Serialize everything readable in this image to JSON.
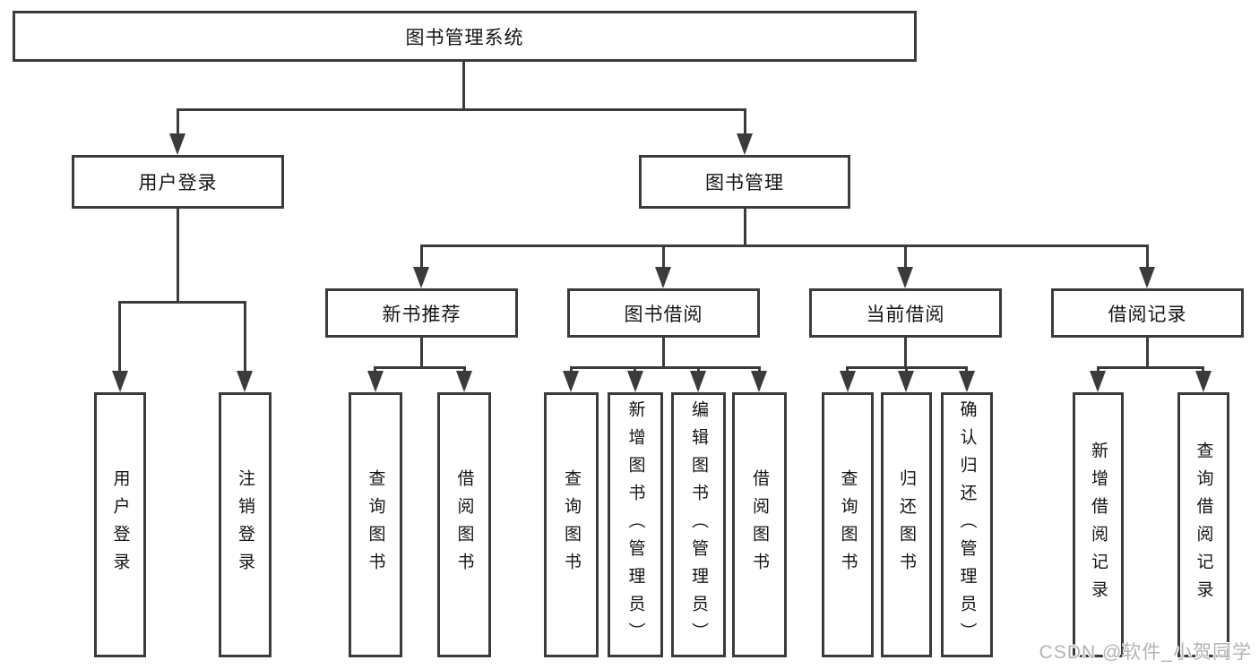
{
  "diagram": {
    "type": "tree",
    "tree": {
      "label": "图书管理系统",
      "children": [
        {
          "label": "用户登录",
          "children": [
            {
              "label": "用户登录"
            },
            {
              "label": "注销登录"
            }
          ]
        },
        {
          "label": "图书管理",
          "children": [
            {
              "label": "新书推荐",
              "children": [
                {
                  "label": "查询图书"
                },
                {
                  "label": "借阅图书"
                }
              ]
            },
            {
              "label": "图书借阅",
              "children": [
                {
                  "label": "查询图书"
                },
                {
                  "label": "新增图书（管理员）"
                },
                {
                  "label": "编辑图书（管理员）"
                },
                {
                  "label": "借阅图书"
                }
              ]
            },
            {
              "label": "当前借阅",
              "children": [
                {
                  "label": "查询图书"
                },
                {
                  "label": "归还图书"
                },
                {
                  "label": "确认归还（管理员）"
                }
              ]
            },
            {
              "label": "借阅记录",
              "children": [
                {
                  "label": "新增借阅记录"
                },
                {
                  "label": "查询借阅记录"
                }
              ]
            }
          ]
        }
      ]
    },
    "colors": {
      "line": "#3b3b3b",
      "text": "#141414",
      "box_background": "#ffffff",
      "watermark": "#b3b3b3"
    },
    "watermark": {
      "text": "CSDN @软件_小贺同学"
    }
  }
}
